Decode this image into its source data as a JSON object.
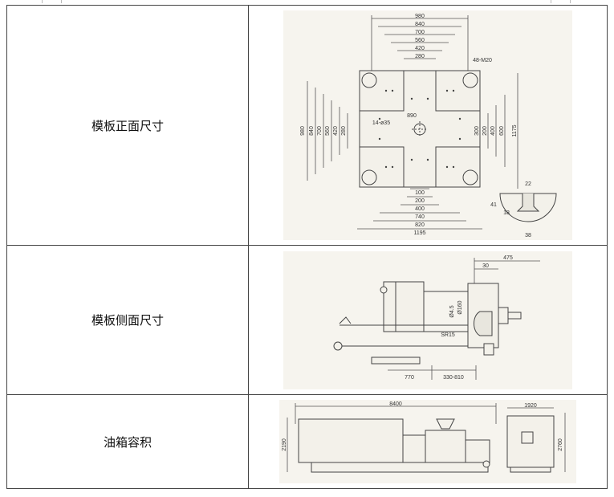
{
  "rows": [
    {
      "label": "模板正面尺寸"
    },
    {
      "label": "模板侧面尺寸"
    },
    {
      "label": "油箱容积"
    }
  ],
  "front_view": {
    "widths_top": [
      "980",
      "840",
      "700",
      "560",
      "420",
      "280"
    ],
    "heights_left": [
      "980",
      "840",
      "700",
      "560",
      "420",
      "280"
    ],
    "heights_right": [
      "300",
      "200",
      "400",
      "600",
      "1175"
    ],
    "widths_bottom": [
      "100",
      "200",
      "400",
      "740",
      "820",
      "1195"
    ],
    "bolt_label": "48-M20",
    "hole_label": "14-ø35",
    "center_label": "890",
    "slot_width": "22",
    "slot_depth_a": "41",
    "slot_depth_b": "18",
    "slot_bottom": "38"
  },
  "side_view": {
    "dim_top": "475",
    "dim_30": "30",
    "dia_a": "Ø4.5",
    "dia_b": "Ø160",
    "sphere": "SR15",
    "dim_770": "770",
    "dim_range": "330-810"
  },
  "tank_view": {
    "length": "8400",
    "width": "1920",
    "height_left": "2190",
    "height_right": "2760"
  },
  "colors": {
    "line": "#555555",
    "panel_bg": "#f6f4ee",
    "border": "#444444"
  }
}
